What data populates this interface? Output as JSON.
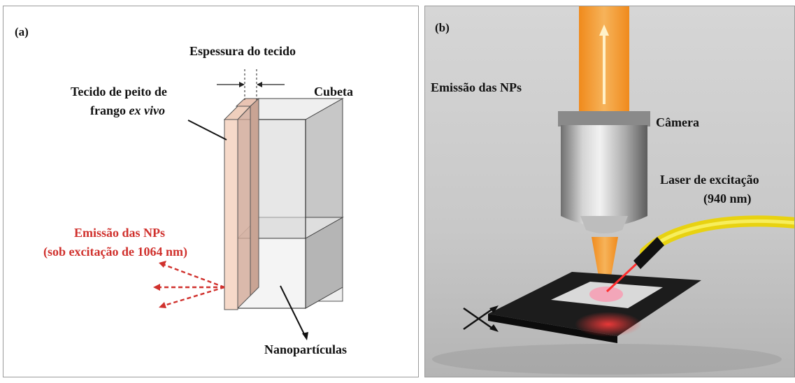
{
  "panel_a": {
    "letter": "(a)",
    "tissue_thickness": "Espessura do tecido",
    "tissue_line1": "Tecido de peito de",
    "tissue_line2_prefix": "frango ",
    "tissue_line2_italic": "ex vivo",
    "cuvette": "Cubeta",
    "emission_line1": "Emissão das NPs",
    "emission_line2": "(sob excitação de 1064 nm)",
    "nanoparticles": "Nanopartículas",
    "emission_color": "#d0312d"
  },
  "panel_b": {
    "letter": "(b)",
    "emission": "Emissão das NPs",
    "camera": "Câmera",
    "laser_line1": "Laser de excitação",
    "laser_line2": "(940 nm)",
    "beam_color": "#f2a03a",
    "fiber_color": "#f2e21a"
  }
}
